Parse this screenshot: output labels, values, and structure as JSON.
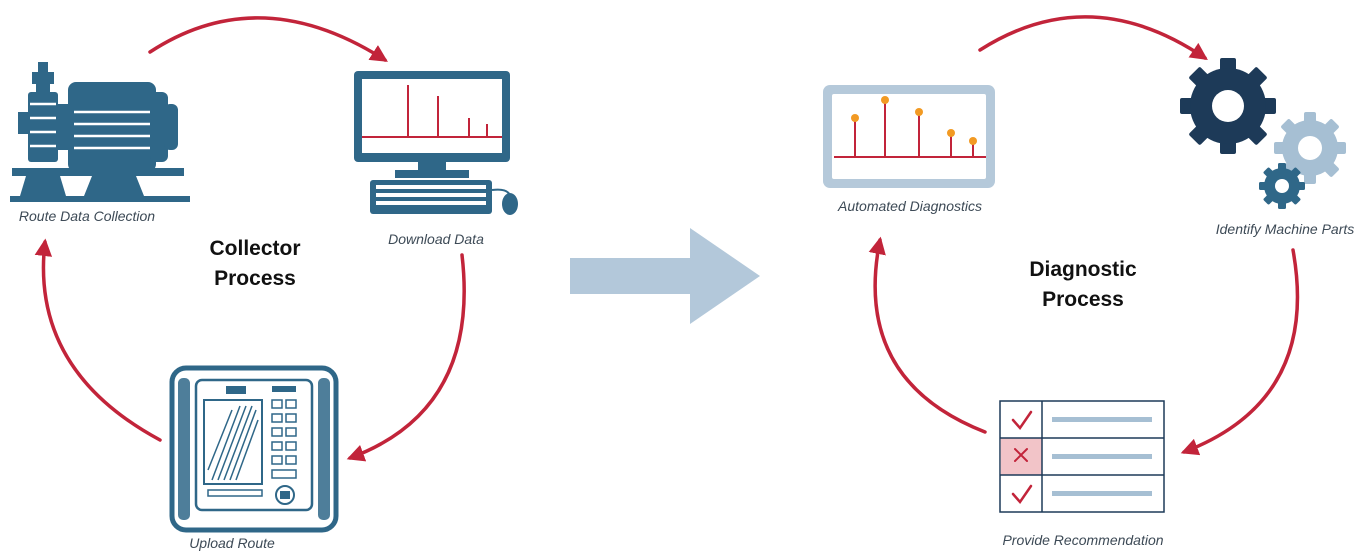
{
  "colors": {
    "arrow": "#c2243a",
    "icon_dark": "#2f6788",
    "gear_dark": "#1d3a58",
    "gear_light": "#a6bfd3",
    "panel_light": "#b5c9da",
    "flow_arrow": "#b3c8da",
    "spectrum_line": "#c2243a",
    "marker": "#f29a23",
    "reject_fill": "#f2c4c8"
  },
  "collector": {
    "title_line1": "Collector",
    "title_line2": "Process",
    "steps": {
      "route_data_collection": "Route Data Collection",
      "download_data": "Download Data",
      "upload_route": "Upload Route"
    }
  },
  "diagnostic": {
    "title_line1": "Diagnostic",
    "title_line2": "Process",
    "steps": {
      "automated_diagnostics": "Automated Diagnostics",
      "identify_machine_parts": "Identify Machine Parts",
      "provide_recommendation": "Provide Recommendation"
    }
  },
  "icons": {
    "motor_pump": "motor-pump-icon",
    "desktop_computer": "desktop-computer-icon",
    "handheld_analyzer": "handheld-analyzer-icon",
    "spectrum_monitor": "spectrum-monitor-icon",
    "gears": "gears-icon",
    "checklist": "checklist-icon",
    "flow_arrow": "flow-arrow-icon"
  }
}
